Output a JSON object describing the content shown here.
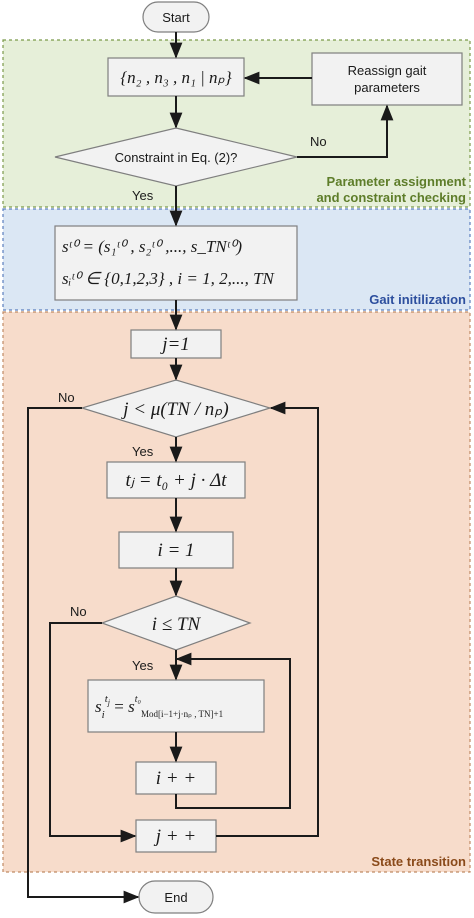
{
  "sections": {
    "parameter": {
      "title_line1": "Parameter assignment",
      "title_line2": "and constraint checking",
      "color": "#5e7d2a",
      "fill": "#e6efd9"
    },
    "gait_init": {
      "title": "Gait initilization",
      "color": "#2d4f9e",
      "fill": "#dbe7f4"
    },
    "state_transition": {
      "title": "State transition",
      "color": "#8a4a1a",
      "fill": "#f7dccb"
    }
  },
  "nodes": {
    "start": "Start",
    "gait_params": "{n₂ , n₃ , n₁ |  nₚ}",
    "reassign_line1": "Reassign gait",
    "reassign_line2": "parameters",
    "constraint": "Constraint in Eq. (2)?",
    "init_line1": "sᵗ⁰ = (s₁ᵗ⁰ , s₂ᵗ⁰ ,..., s_TNᵗ⁰)",
    "init_line2": "sᵢᵗ⁰ ∈ {0,1,2,3} , i = 1, 2,..., TN",
    "j_init": "j=1",
    "j_check": "j < μ(TN / nₚ)",
    "t_update": "tⱼ = t₀ + j · Δt",
    "i_init": "i = 1",
    "i_check": "i ≤ TN",
    "state_update": "sᵢᵗʲ = s^t₀_Mod[i−1+j·nₚ, TN]+1",
    "i_inc": "i + +",
    "j_inc": "j + +",
    "end": "End"
  },
  "edge_labels": {
    "no_constraint": "No",
    "yes_constraint": "Yes",
    "no_j": "No",
    "yes_j": "Yes",
    "no_i": "No",
    "yes_i": "Yes"
  },
  "colors": {
    "box_fill": "#f2f2f2",
    "box_stroke": "#7f7f7f",
    "arrow": "#1a1a1a"
  }
}
